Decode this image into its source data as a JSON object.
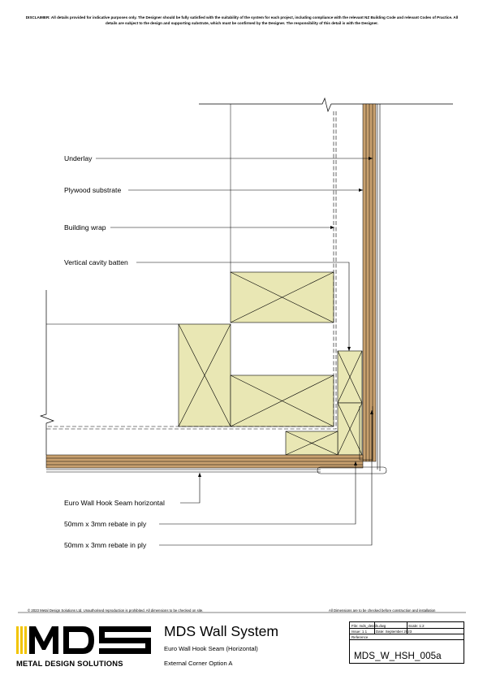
{
  "disclaimer": "DISCLAIMER: All details provided for indicative purposes only. The Designer should be fully satisfied with the suitability of the system for each project, including compliance with the relevant NZ Building Code and relevant Codes of Practice. All details are subject to the design and supporting substrate, which must be confirmed by the Designer. The responsibility of this detail is with the Designer.",
  "labels": {
    "underlay": "Underlay",
    "plywood": "Plywood substrate",
    "wrap": "Building wrap",
    "batten": "Vertical cavity batten",
    "seam": "Euro Wall Hook Seam horizontal",
    "rebate1": "50mm x 3mm rebate in ply",
    "rebate2": "50mm x 3mm rebate in ply"
  },
  "footer": {
    "copyright": "© 2023 Metal Design Solutions Ltd. Unauthorised reproduction is prohibited. All dimensions to be checked on site.",
    "note": "All Dimensions are to be checked before construction and installation"
  },
  "logo": {
    "letters": "MDS",
    "company": "METAL DESIGN SOLUTIONS",
    "accent_color": "#f2c400"
  },
  "titleblock": {
    "title": "MDS Wall System",
    "subtitle": "Euro Wall Hook Seam (Horizontal)",
    "option": "External Corner Option A",
    "file": "File: mds_details.dwg",
    "scale": "Scale: 1:2",
    "issue": "Issue: 1.1",
    "date": "Date: September 2023",
    "reference": "Reference",
    "code": "MDS_W_HSH_005a"
  },
  "colors": {
    "timber": "#e9e7b4",
    "plywood": "#c8a06e",
    "line": "#000000"
  }
}
